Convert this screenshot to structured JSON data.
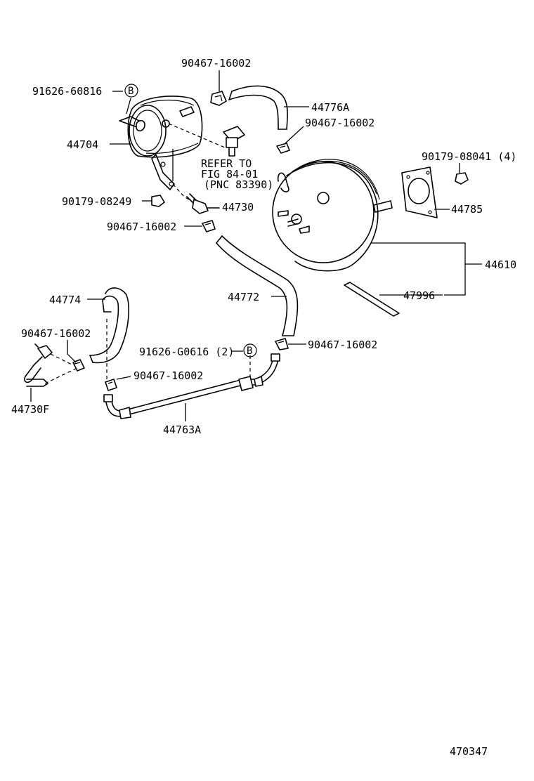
{
  "labels": {
    "p90467_top": "90467-16002",
    "p91626_60816": "91626-60816",
    "p44776a": "44776A",
    "p90467_right1": "90467-16002",
    "p44704": "44704",
    "refer_line1": "REFER TO",
    "refer_line2": "FIG 84-01",
    "refer_line3": "(PNC 83390)",
    "p90179_08041": "90179-08041 (4)",
    "p90179_08249": "90179-08249",
    "p44730": "44730",
    "p44785": "44785",
    "p90467_mid": "90467-16002",
    "p44610": "44610",
    "p44774": "44774",
    "p44772": "44772",
    "p47996": "47996",
    "p90467_left": "90467-16002",
    "p91626_g0616": "91626-G0616 (2)",
    "p90467_right2": "90467-16002",
    "p90467_lower": "90467-16002",
    "p44730f": "44730F",
    "p44763a": "44763A",
    "diagram_number": "470347"
  },
  "badges": {
    "badge_top": "B",
    "badge_lower": "B"
  },
  "icons": {
    "hose-clamp": "hose-clamp-icon",
    "vacuum-tank": "vacuum-tank-icon",
    "brake-booster": "brake-booster-icon",
    "gasket": "gasket-icon"
  }
}
